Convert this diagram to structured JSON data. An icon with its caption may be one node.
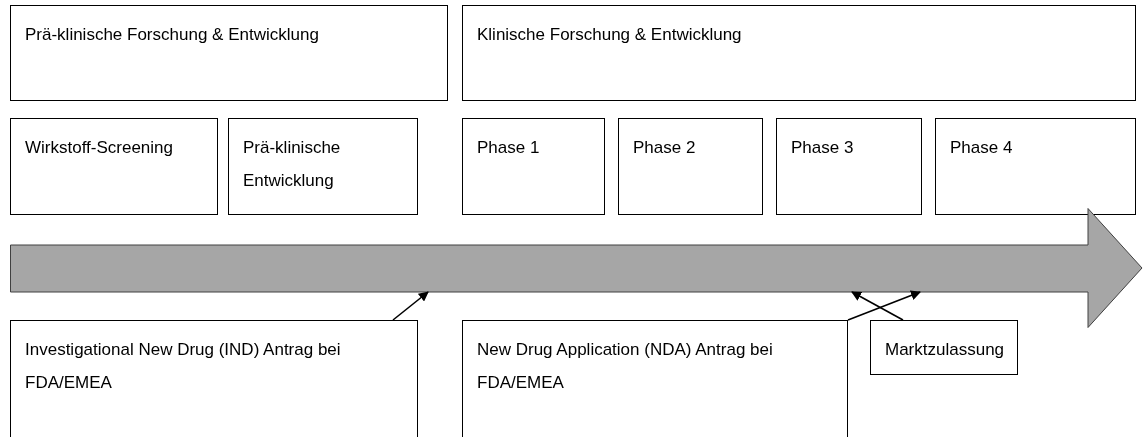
{
  "diagram": {
    "nodes": [
      {
        "text": [
          "Prä-klinische Forschung & Entwicklung"
        ]
      },
      {
        "text": [
          "Klinische Forschung & Entwicklung"
        ]
      },
      {
        "text": [
          "Wirkstoff-Screening"
        ]
      },
      {
        "text": [
          "Prä-klinische Entwicklung"
        ]
      },
      {
        "text": [
          "Phase 1"
        ]
      },
      {
        "text": [
          "Phase 2"
        ]
      },
      {
        "text": [
          "Phase 3"
        ]
      },
      {
        "text": [
          "Phase 4"
        ]
      },
      {
        "text": [],
        "shape": "arrow"
      },
      {
        "text": [
          "Investigational New Drug (IND) Antrag bei FDA/EMEA"
        ]
      },
      {
        "text": [
          "New Drug Application (NDA) Antrag bei FDA/EMEA"
        ]
      },
      {
        "text": [
          "Marktzulassung"
        ]
      }
    ],
    "edges": [
      {
        "from": 9,
        "to": 8,
        "arrow": "to"
      },
      {
        "from": 10,
        "to": 8,
        "arrow": "to"
      },
      {
        "from": 11,
        "to": 8,
        "arrow": "to"
      }
    ]
  }
}
